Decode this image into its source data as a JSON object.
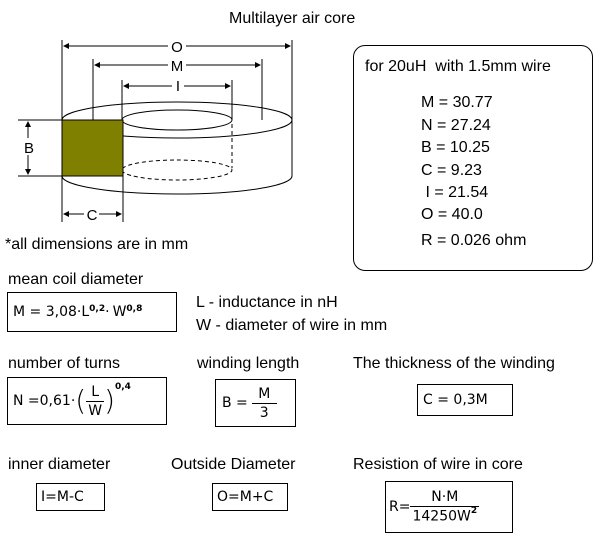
{
  "title": "Multilayer air core",
  "diagram": {
    "labels": {
      "o": "O",
      "m": "M",
      "i": "I",
      "b": "B",
      "c": "C"
    },
    "colors": {
      "winding": "#808000",
      "line": "#000000"
    }
  },
  "note": "*all dimensions are in mm",
  "spec": {
    "header": "for 20uH  with 1.5mm wire",
    "lines": [
      "M = 30.77",
      "N = 27.24",
      "B = 10.25",
      "C = 9.23",
      " I = 21.54",
      "O = 40.0",
      "R = 0.026 ohm"
    ]
  },
  "legend": {
    "l": "L - inductance in nH",
    "w": "W - diameter of wire in mm"
  },
  "formulas": {
    "mean": {
      "label": "mean coil diameter",
      "lhs": "M = 3,08·",
      "l_var": "L",
      "l_exp": "0,2",
      "dot": "·",
      "w_var": "W",
      "w_exp": "0,8"
    },
    "turns": {
      "label": "number of turns",
      "lhs": "N =0,61·",
      "num": "L",
      "den": "W",
      "exp": "0,4"
    },
    "winding_length": {
      "label": "winding length",
      "lhs": "B =",
      "num": "M",
      "den": "3"
    },
    "thickness": {
      "label": "The thickness of the winding",
      "expr": "C = 0,3M"
    },
    "inner": {
      "label": "inner diameter",
      "expr": "I=M-C"
    },
    "outside": {
      "label": "Outside Diameter",
      "expr": "O=M+C"
    },
    "resistance": {
      "label": "Resistion of wire in core",
      "lhs": "R=",
      "num": "N·M",
      "den_base": "14250W",
      "den_exp": "2"
    }
  }
}
